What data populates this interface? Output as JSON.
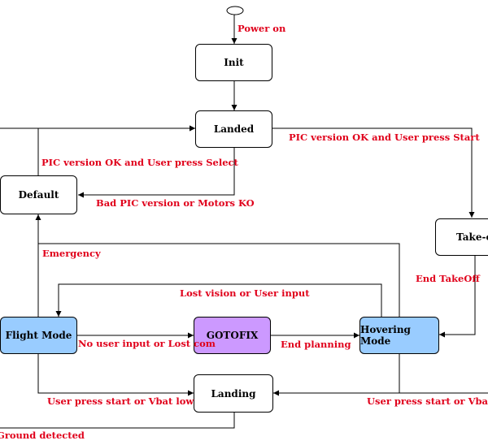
{
  "nodes": {
    "init": {
      "label": "Init"
    },
    "landed": {
      "label": "Landed"
    },
    "default": {
      "label": "Default"
    },
    "takeoff": {
      "label": "Take-of"
    },
    "flight_mode": {
      "label": "Flight Mode",
      "color": "#99ccff"
    },
    "gotofix": {
      "label": "GOTOFIX",
      "color": "#cc99ff"
    },
    "hovering_mode": {
      "label": "Hovering Mode",
      "color": "#99ccff"
    },
    "landing": {
      "label": "Landing"
    }
  },
  "edges": {
    "power_on": "Power on",
    "landed_to_default": "PIC version OK and User press Select",
    "landed_to_takeoff": "PIC version OK and User press Start",
    "bad_pic": "Bad PIC version or Motors KO",
    "emergency": "Emergency",
    "end_takeoff": "End TakeOff",
    "lost_vision": "Lost vision or User input",
    "no_user_input": "No user input or Lost com",
    "end_planning": "End planning",
    "flight_to_landing": "User press start or Vbat low",
    "hover_to_landing": "User press start or Vbat low",
    "ground_detected": "Ground detected"
  }
}
